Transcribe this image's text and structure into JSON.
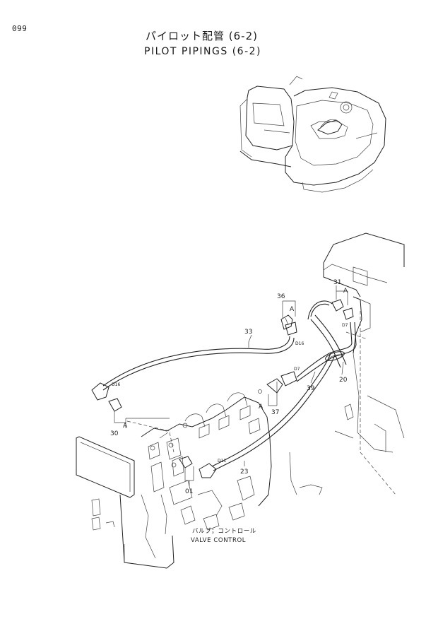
{
  "page": {
    "number": "099"
  },
  "title": {
    "japanese": "パイロット配管 (6-2)",
    "english": "PILOT PIPINGS (6-2)"
  },
  "callouts": [
    {
      "id": "31",
      "text": "31"
    },
    {
      "id": "36",
      "text": "36"
    },
    {
      "id": "33",
      "text": "33"
    },
    {
      "id": "20",
      "text": "20"
    },
    {
      "id": "39",
      "text": "39"
    },
    {
      "id": "37",
      "text": "37"
    },
    {
      "id": "30",
      "text": "30"
    },
    {
      "id": "23",
      "text": "23"
    },
    {
      "id": "01",
      "text": "01"
    }
  ],
  "view_labels": {
    "a": "A"
  },
  "pipe_codes": {
    "d16": "D16",
    "d7": "D7",
    "d11": "D11"
  },
  "caption": {
    "japanese": "バルブ；コントロール",
    "english": "VALVE CONTROL"
  }
}
